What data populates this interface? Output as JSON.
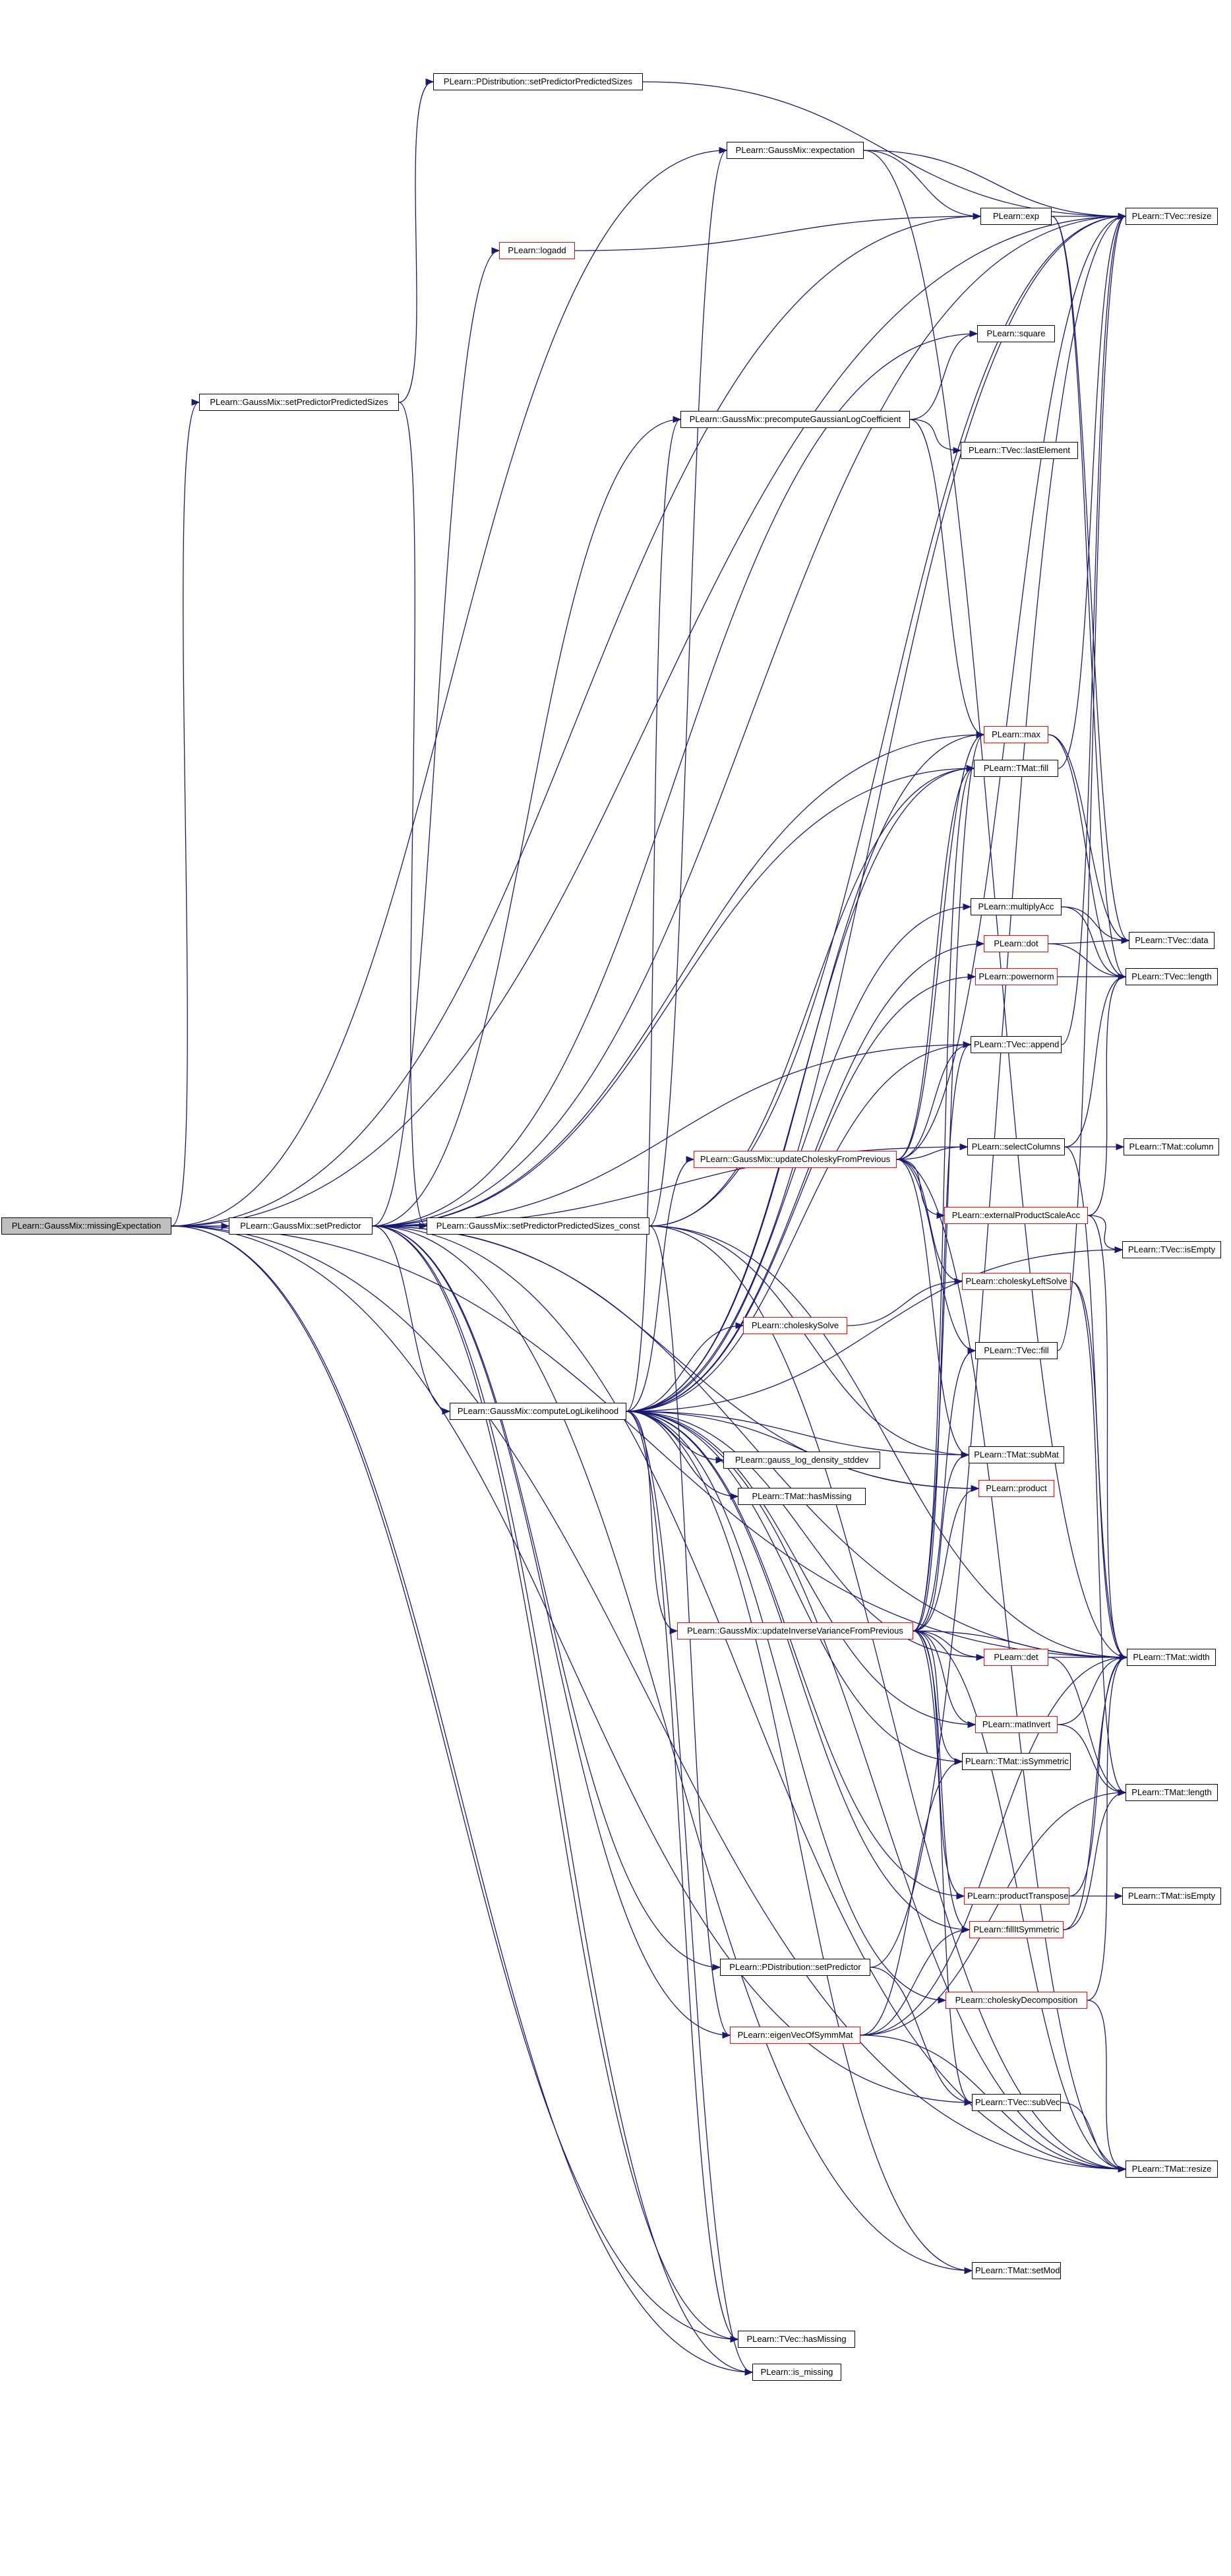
{
  "colors": {
    "edge": "#191970",
    "node_border": "#000000",
    "link_border": "#ff0000",
    "root_fill": "#bfbfbf"
  },
  "nodes": {
    "missingExpectation": "PLearn::GaussMix::missingExpectation",
    "setPredictor": "PLearn::GaussMix::setPredictor",
    "gm_setPredictorPredictedSizes": "PLearn::GaussMix::setPredictorPredictedSizes",
    "pd_setPredictorPredictedSizes": "PLearn::PDistribution::setPredictorPredictedSizes",
    "setPredictorPredictedSizes_const": "PLearn::GaussMix::setPredictorPredictedSizes_const",
    "computeLogLikelihood": "PLearn::GaussMix::computeLogLikelihood",
    "expectation": "PLearn::GaussMix::expectation",
    "logadd": "PLearn::logadd",
    "precompute": "PLearn::GaussMix::precomputeGaussianLogCoefficient",
    "updateCholesky": "PLearn::GaussMix::updateCholeskyFromPrevious",
    "choleskySolve": "PLearn::choleskySolve",
    "gauss_log_density": "PLearn::gauss_log_density_stddev",
    "tmat_hasMissing": "PLearn::TMat::hasMissing",
    "updateInverse": "PLearn::GaussMix::updateInverseVarianceFromPrevious",
    "pd_setPredictor": "PLearn::PDistribution::setPredictor",
    "eigenVec": "PLearn::eigenVecOfSymmMat",
    "tvec_hasMissing": "PLearn::TVec::hasMissing",
    "is_missing": "PLearn::is_missing",
    "exp": "PLearn::exp",
    "square": "PLearn::square",
    "lastElement": "PLearn::TVec::lastElement",
    "max": "PLearn::max",
    "tmat_fill": "PLearn::TMat::fill",
    "multiplyAcc": "PLearn::multiplyAcc",
    "dot": "PLearn::dot",
    "powernorm": "PLearn::powernorm",
    "tvec_append": "PLearn::TVec::append",
    "selectColumns": "PLearn::selectColumns",
    "externalProductScaleAcc": "PLearn::externalProductScaleAcc",
    "choleskyLeftSolve": "PLearn::choleskyLeftSolve",
    "tvec_fill": "PLearn::TVec::fill",
    "subMat": "PLearn::TMat::subMat",
    "product": "PLearn::product",
    "det": "PLearn::det",
    "matInvert": "PLearn::matInvert",
    "isSymmetric": "PLearn::TMat::isSymmetric",
    "productTranspose": "PLearn::productTranspose",
    "fillItSymmetric": "PLearn::fillItSymmetric",
    "choleskyDecomposition": "PLearn::choleskyDecomposition",
    "subVec": "PLearn::TVec::subVec",
    "setMod": "PLearn::TMat::setMod",
    "tvec_resize": "PLearn::TVec::resize",
    "tvec_data": "PLearn::TVec::data",
    "tvec_length": "PLearn::TVec::length",
    "tmat_column": "PLearn::TMat::column",
    "tvec_isEmpty": "PLearn::TVec::isEmpty",
    "tmat_width": "PLearn::TMat::width",
    "tmat_length": "PLearn::TMat::length",
    "tmat_isEmpty": "PLearn::TMat::isEmpty",
    "tmat_resize": "PLearn::TMat::resize"
  }
}
